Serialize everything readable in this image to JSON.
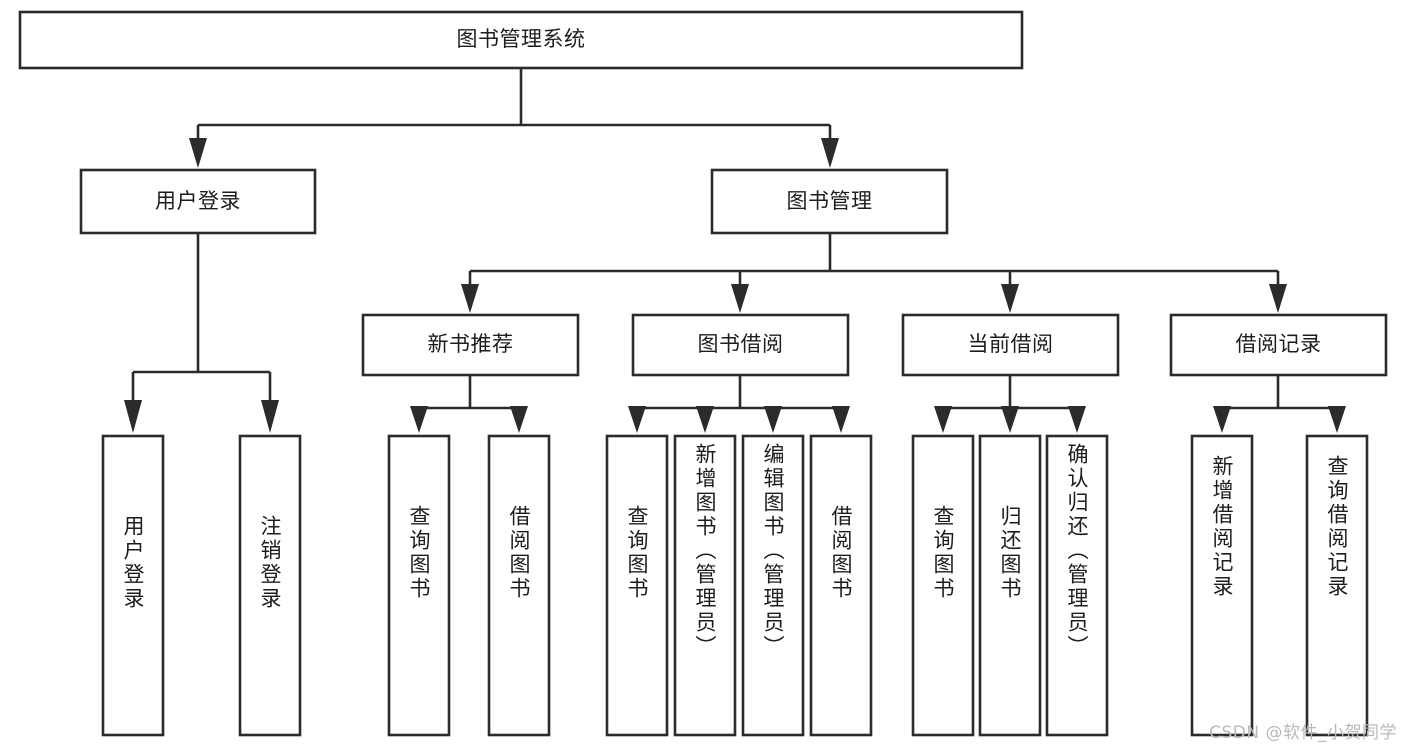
{
  "diagram": {
    "title": "图书管理系统",
    "type": "hierarchy-tree",
    "watermark": "CSDN @软件_小贺同学",
    "colors": {
      "stroke": "#2b2b2b",
      "fill": "#ffffff",
      "text": "#1d1d1d",
      "watermark": "#b9b9b9"
    },
    "root": {
      "id": "root",
      "label": "图书管理系统",
      "orientation": "horizontal"
    },
    "level2": [
      {
        "id": "user-login",
        "label": "用户登录",
        "orientation": "horizontal"
      },
      {
        "id": "book-manage",
        "label": "图书管理",
        "orientation": "horizontal"
      }
    ],
    "level3": [
      {
        "id": "new-book-recommend",
        "label": "新书推荐",
        "orientation": "horizontal",
        "parent": "book-manage"
      },
      {
        "id": "book-borrow",
        "label": "图书借阅",
        "orientation": "horizontal",
        "parent": "book-manage"
      },
      {
        "id": "current-borrow",
        "label": "当前借阅",
        "orientation": "horizontal",
        "parent": "book-manage"
      },
      {
        "id": "borrow-record",
        "label": "借阅记录",
        "orientation": "horizontal",
        "parent": "book-manage"
      }
    ],
    "leaves": [
      {
        "id": "leaf-user-login",
        "label": "用户登录",
        "orientation": "vertical",
        "parent": "user-login"
      },
      {
        "id": "leaf-user-logout",
        "label": "注销登录",
        "orientation": "vertical",
        "parent": "user-login"
      },
      {
        "id": "leaf-query-book-1",
        "label": "查询图书",
        "orientation": "vertical",
        "parent": "new-book-recommend"
      },
      {
        "id": "leaf-borrow-book-1",
        "label": "借阅图书",
        "orientation": "vertical",
        "parent": "new-book-recommend"
      },
      {
        "id": "leaf-query-book-2",
        "label": "查询图书",
        "orientation": "vertical",
        "parent": "book-borrow"
      },
      {
        "id": "leaf-add-book",
        "label": "新增图书（管理员）",
        "orientation": "vertical",
        "parent": "book-borrow"
      },
      {
        "id": "leaf-edit-book",
        "label": "编辑图书（管理员）",
        "orientation": "vertical",
        "parent": "book-borrow"
      },
      {
        "id": "leaf-borrow-book-2",
        "label": "借阅图书",
        "orientation": "vertical",
        "parent": "book-borrow"
      },
      {
        "id": "leaf-query-book-3",
        "label": "查询图书",
        "orientation": "vertical",
        "parent": "current-borrow"
      },
      {
        "id": "leaf-return-book",
        "label": "归还图书",
        "orientation": "vertical",
        "parent": "current-borrow"
      },
      {
        "id": "leaf-confirm-return",
        "label": "确认归还（管理员）",
        "orientation": "vertical",
        "parent": "current-borrow"
      },
      {
        "id": "leaf-add-record",
        "label": "新增借阅记录",
        "orientation": "vertical",
        "parent": "borrow-record"
      },
      {
        "id": "leaf-query-record",
        "label": "查询借阅记录",
        "orientation": "vertical",
        "parent": "borrow-record"
      }
    ]
  }
}
